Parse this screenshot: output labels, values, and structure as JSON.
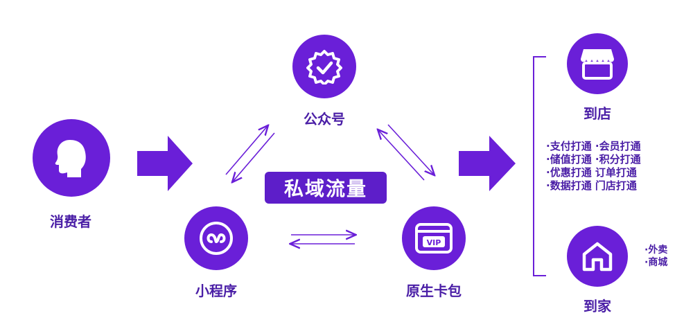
{
  "nodes": {
    "consumer": "消费者",
    "official_account": "公众号",
    "mini_program": "小程序",
    "card_wallet": "原生卡包",
    "to_store": "到店",
    "to_home": "到家"
  },
  "banner": "私域流量",
  "features": [
    "·支付打通 ·会员打通",
    "·储值打通 ·积分打通",
    "·优惠打通  订单打通",
    "·数据打通  门店打通"
  ],
  "home_items": [
    "·外卖",
    "·商城"
  ],
  "card_icon_text": "VIP",
  "colors": {
    "primary": "#6a1fd8",
    "text": "#4a1ea6"
  }
}
